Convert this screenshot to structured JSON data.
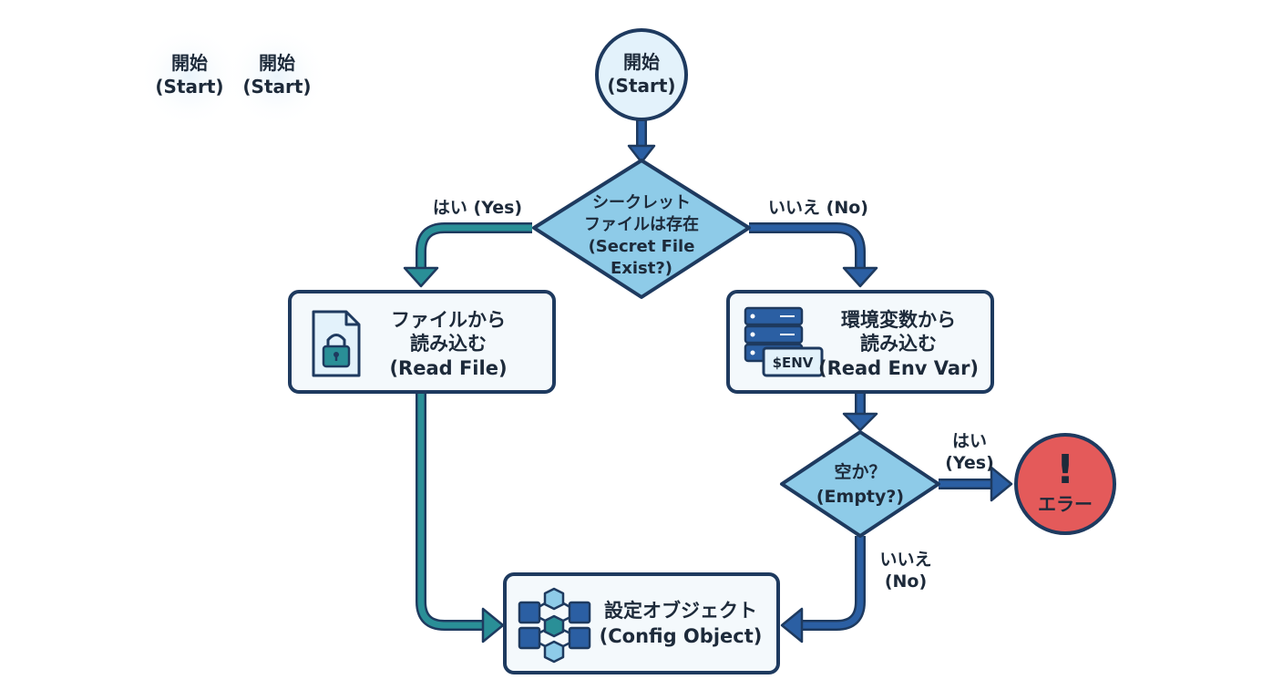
{
  "ghosts": [
    {
      "line1": "開始",
      "line2": "(Start)"
    },
    {
      "line1": "開始",
      "line2": "(Start)"
    }
  ],
  "nodes": {
    "start": {
      "line1": "開始",
      "line2": "(Start)"
    },
    "decision_secret": {
      "line1": "シークレット",
      "line2": "ファイルは存在",
      "line3": "(Secret File",
      "line4": "Exist?)"
    },
    "read_file": {
      "line1": "ファイルから",
      "line2": "読み込む",
      "line3": "(Read File)"
    },
    "read_env": {
      "line1": "環境変数から",
      "line2": "読み込む",
      "line3": "(Read Env Var)",
      "env_badge": "$ENV"
    },
    "decision_empty": {
      "line1": "空か？",
      "line2": "(Empty?)"
    },
    "error": {
      "symbol": "!",
      "label": "エラー"
    },
    "config": {
      "line1": "設定オブジェクト",
      "line2": "(Config Object)"
    }
  },
  "edges": {
    "yes_secret": "はい (Yes)",
    "no_secret": "いいえ (No)",
    "yes_empty_1": "はい",
    "yes_empty_2": "(Yes)",
    "no_empty_1": "いいえ",
    "no_empty_2": "(No)"
  },
  "icons": {
    "read_file": "locked-file-icon",
    "read_env": "server-stack-icon",
    "config": "cube-network-icon",
    "error": "exclamation-icon"
  },
  "colors": {
    "outline": "#1e3a5f",
    "blue_arrow": "#2b5fa3",
    "teal_arrow": "#2a8f97",
    "decision_fill": "#8ecbe8",
    "start_fill": "#e3f2fb",
    "box_fill": "#f4f9fc",
    "error_fill": "#e45a5a"
  }
}
